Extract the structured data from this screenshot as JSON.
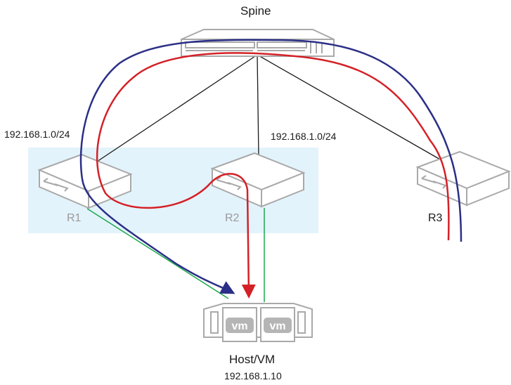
{
  "nodes": {
    "spine": {
      "label": "Spine"
    },
    "r1": {
      "label": "R1"
    },
    "r2": {
      "label": "R2"
    },
    "r3": {
      "label": "R3"
    },
    "host": {
      "label": "Host/VM",
      "ip": "192.168.1.10",
      "vm_badge": "vm"
    }
  },
  "subnets": {
    "r1": "192.168.1.0/24",
    "r2": "192.168.1.0/24"
  },
  "colors": {
    "blue_path": "#2b2f86",
    "red_path": "#d42127",
    "green_link": "#1aa84b",
    "mlag_box": "#e3f3fb",
    "device": "#a9a9a9",
    "dim_label": "#9a9a9a"
  }
}
